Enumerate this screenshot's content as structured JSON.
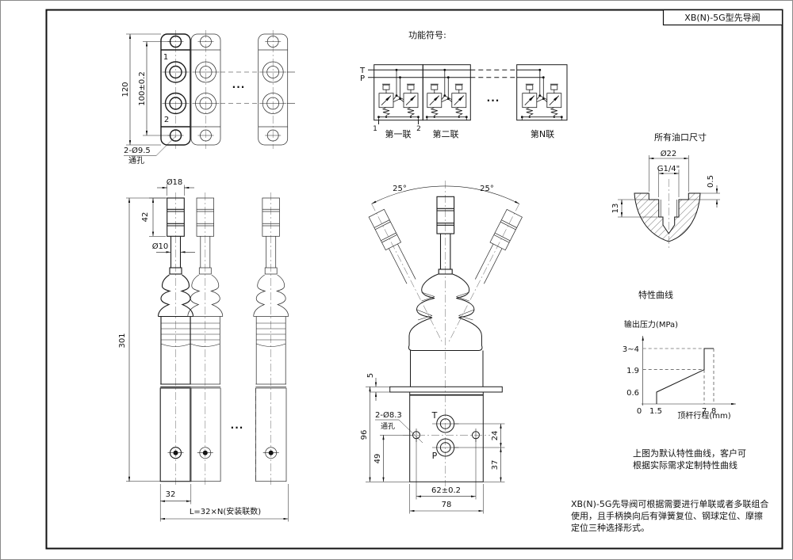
{
  "title_block": {
    "title": "XB(N)-5G型先导阀"
  },
  "mounting_view": {
    "dim_overall": "120",
    "dim_hole_spacing": "100±0.2",
    "port_1": "1",
    "port_2": "2",
    "hole_callout": "2-Ø9.5",
    "hole_callout_note": "通孔",
    "ellipsis": "···"
  },
  "function_symbols": {
    "title": "功能符号:",
    "line_t": "T",
    "line_p": "P",
    "port_1": "1",
    "port_2": "2",
    "section_1": "第一联",
    "section_2": "第二联",
    "section_n": "第N联",
    "ellipsis": "···"
  },
  "oil_port_view": {
    "title": "所有油口尺寸",
    "dim_diameter": "Ø22",
    "dim_thread": "G1/4\"",
    "dim_spotface_depth": "0.5",
    "dim_thread_depth": "13"
  },
  "front_view": {
    "dim_knob_dia": "Ø18",
    "dim_knob_h": "42",
    "dim_stem_dia": "Ø10",
    "dim_total_h": "301",
    "dim_unit_w": "32",
    "dim_total_w": "L=32×N(安装联数)",
    "ellipsis": "···"
  },
  "section_view": {
    "angle_left": "25°",
    "angle_right": "25°",
    "dim_flange": "5",
    "dim_body_h": "96",
    "dim_hole_to_bottom": "49",
    "dim_port_spacing": "24",
    "dim_p_to_bottom": "37",
    "dim_hole_spacing": "62±0.2",
    "dim_width": "78",
    "hole_callout": "2-Ø8.3",
    "hole_callout_note": "通孔",
    "port_t": "T",
    "port_p": "P"
  },
  "characteristic_curve": {
    "title": "特性曲线",
    "y_label": "输出压力(MPa)",
    "x_label": "顶杆行程(mm)",
    "y_tick_high": "3~4",
    "y_tick_mid": "1.9",
    "y_tick_low": "0.6",
    "x_origin": "0",
    "x_tick_1": "1.5",
    "x_tick_2": "7",
    "x_tick_3": "8"
  },
  "chart_data": {
    "type": "line",
    "title": "特性曲线",
    "xlabel": "顶杆行程(mm)",
    "ylabel": "输出压力(MPa)",
    "x_ticks": [
      0,
      1.5,
      7,
      8
    ],
    "y_tick_labels": [
      "0.6",
      "1.9",
      "3~4"
    ],
    "series": [
      {
        "name": "默认特性曲线",
        "points_x": [
          1.5,
          1.5,
          7,
          7,
          8
        ],
        "points_y": [
          "0",
          "0.6",
          "1.9",
          "3~4",
          "3~4"
        ]
      }
    ],
    "xlim": [
      0,
      9
    ],
    "ylim": [
      0,
      4.5
    ],
    "grid": false,
    "legend": false
  },
  "notes": {
    "curve_note": [
      "上图为默认特性曲线，客户可",
      "根据实际需求定制特性曲线"
    ],
    "description": [
      "XB(N)-5G先导阀可根据需要进行单联或者多联组合",
      "使用，且手柄换向后有弹簧复位、钢球定位、摩擦",
      "定位三种选择形式。"
    ]
  }
}
